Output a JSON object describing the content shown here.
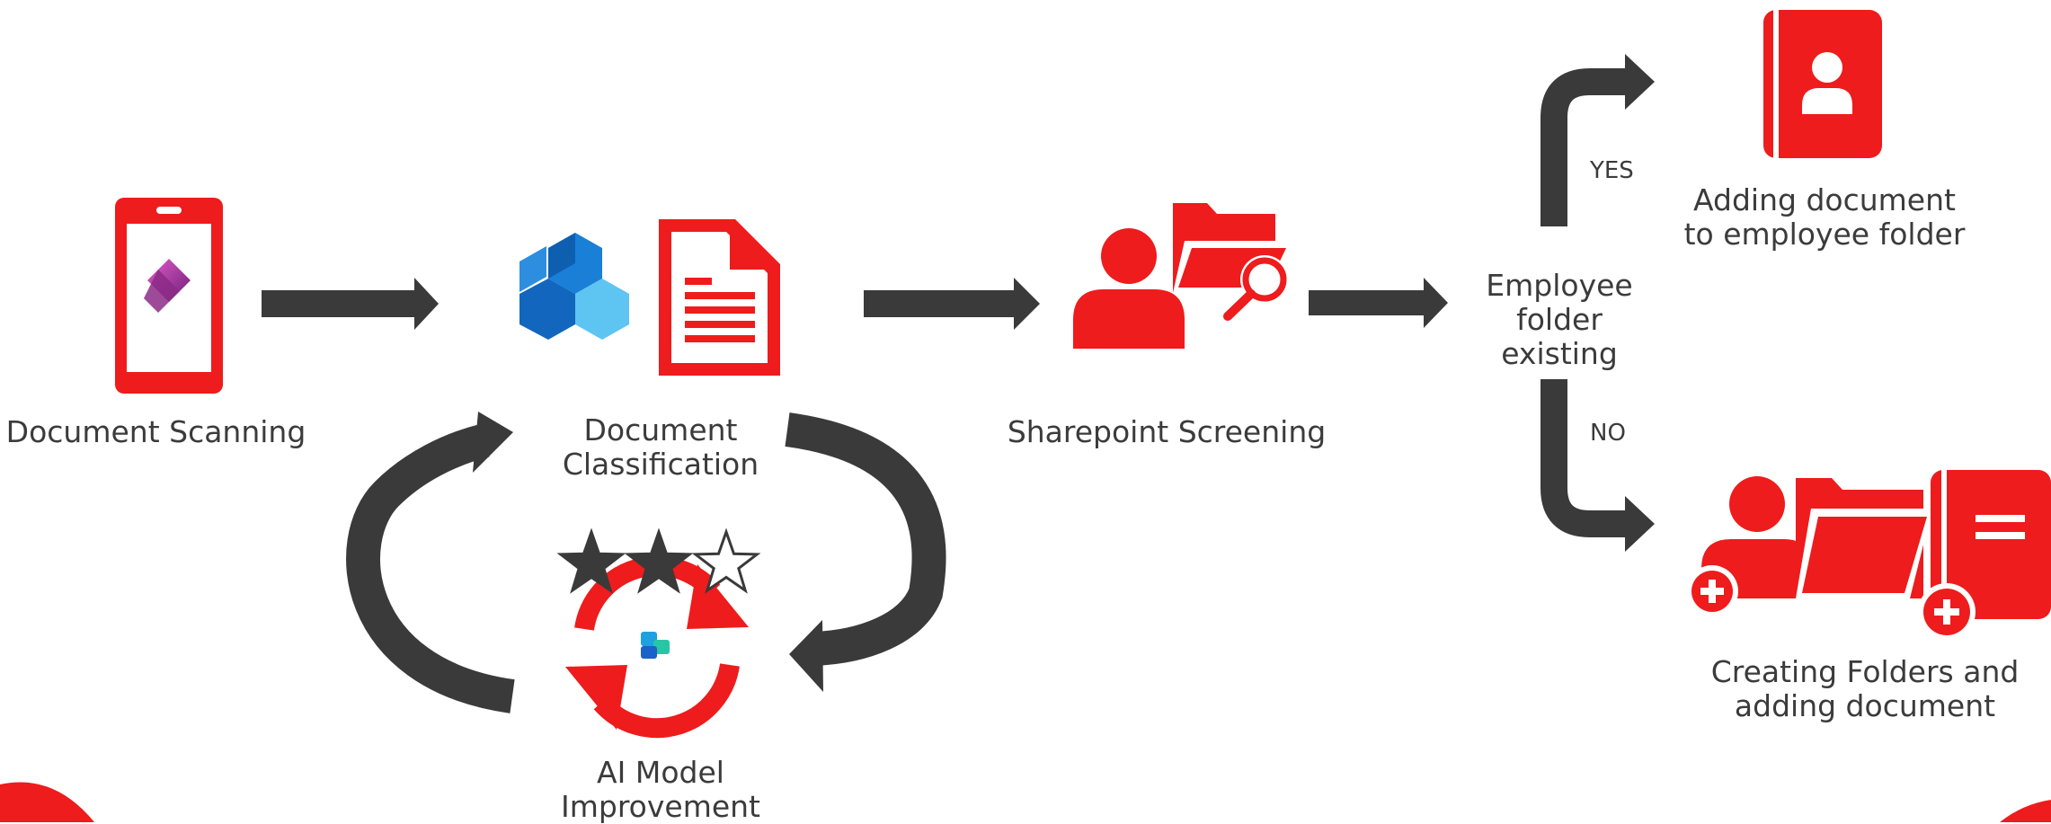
{
  "colors": {
    "accent": "#ee1c1c",
    "arrow": "#3a3a3a",
    "text": "#3b3b3b",
    "powerapps": "#9b2a9a",
    "ai_blue": "#1a7fd6"
  },
  "steps": {
    "scanning": {
      "label": "Document Scanning",
      "icon": "phone-powerapps-icon"
    },
    "classification": {
      "label_line1": "Document",
      "label_line2": "Classification",
      "icon": "ai-builder-document-icon"
    },
    "screening": {
      "label": "Sharepoint Screening",
      "icon": "user-folder-search-icon"
    },
    "decision": {
      "line1": "Employee",
      "line2": "folder",
      "line3": "existing"
    },
    "existing": {
      "line1": "Adding document",
      "line2": "to employee folder",
      "icon": "contact-book-icon"
    },
    "creating": {
      "line1": "Creating Folders and",
      "line2": "adding document",
      "icon": "add-user-folder-book-icon"
    },
    "ai_improvement": {
      "line1": "AI Model",
      "line2": "Improvement",
      "icon": "refresh-copilot-icon"
    }
  },
  "branches": {
    "yes": "YES",
    "no": "NO"
  },
  "rating": {
    "value": 2,
    "max": 3
  }
}
